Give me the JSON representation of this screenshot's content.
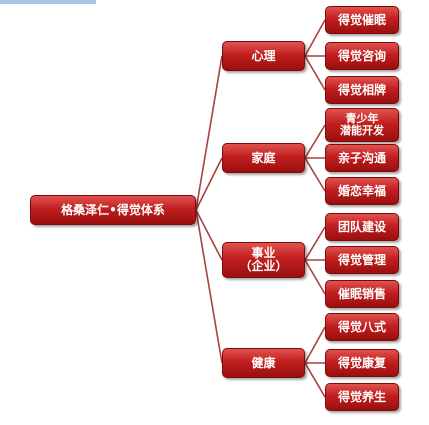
{
  "diagram": {
    "root": "格桑泽仁•得觉体系",
    "branches": [
      {
        "label": "心理",
        "children": [
          "得觉催眠",
          "得觉咨询",
          "得觉相牌"
        ]
      },
      {
        "label": "家庭",
        "children": [
          "青少年\n潜能开发",
          "亲子沟通",
          "婚恋幸福"
        ]
      },
      {
        "label": "事业\n（企业）",
        "children": [
          "团队建设",
          "得觉管理",
          "催眠销售"
        ]
      },
      {
        "label": "健康",
        "children": [
          "得觉八式",
          "得觉康复",
          "得觉养生"
        ]
      }
    ],
    "colors": {
      "node": "#c21f1f",
      "node_border": "#7d0b0b",
      "connector": "#a94141",
      "text": "#ffffff"
    }
  }
}
